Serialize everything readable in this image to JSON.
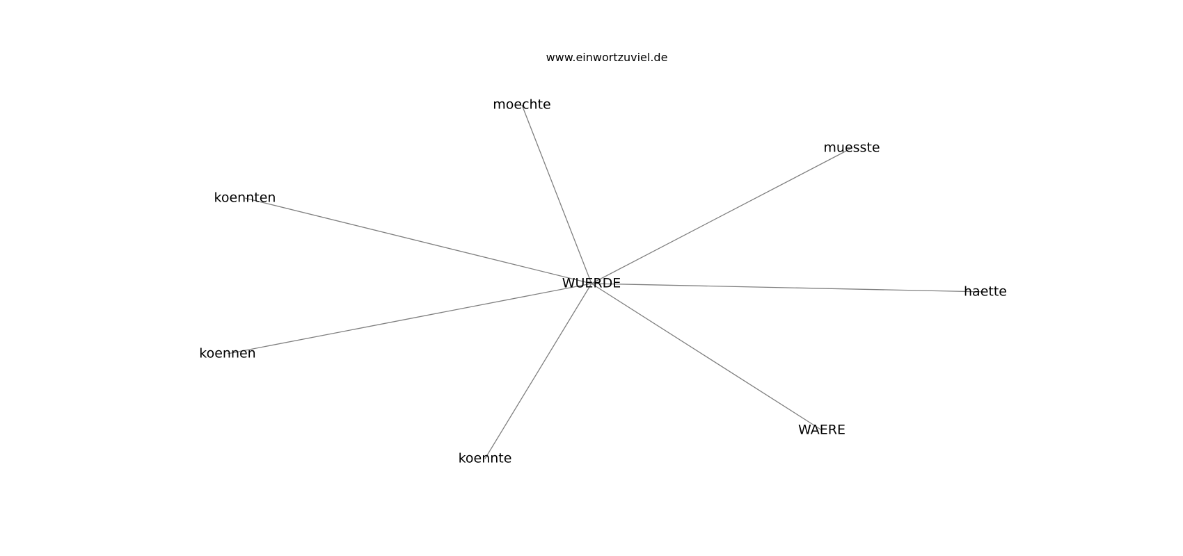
{
  "title": "www.einwortzuviel.de",
  "center": {
    "id": "wuerde",
    "label": "WUERDE"
  },
  "nodes": [
    {
      "id": "moechte",
      "label": "moechte"
    },
    {
      "id": "muesste",
      "label": "muesste"
    },
    {
      "id": "koennten",
      "label": "koennten"
    },
    {
      "id": "haette",
      "label": "haette"
    },
    {
      "id": "koennen",
      "label": "koennen"
    },
    {
      "id": "waere",
      "label": "WAERE"
    },
    {
      "id": "koennte",
      "label": "koennte"
    }
  ],
  "edges": [
    {
      "from": "wuerde",
      "to": "moechte"
    },
    {
      "from": "wuerde",
      "to": "muesste"
    },
    {
      "from": "wuerde",
      "to": "koennten"
    },
    {
      "from": "wuerde",
      "to": "haette"
    },
    {
      "from": "wuerde",
      "to": "koennen"
    },
    {
      "from": "wuerde",
      "to": "waere"
    },
    {
      "from": "wuerde",
      "to": "koennte"
    }
  ],
  "colors": {
    "edge": "#7f7f7f",
    "text": "#000000",
    "background": "#ffffff"
  }
}
